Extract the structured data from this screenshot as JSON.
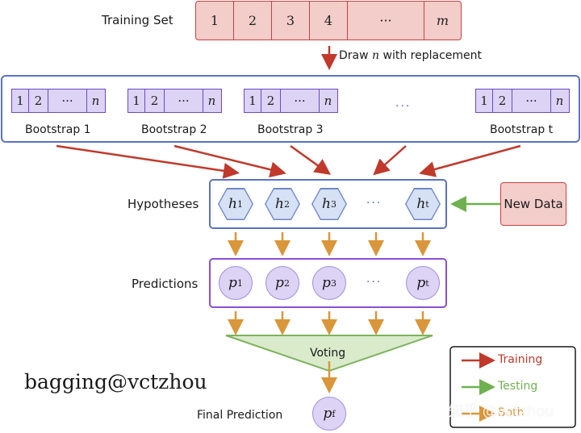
{
  "training_set": {
    "label": "Training Set",
    "cells": [
      "1",
      "2",
      "3",
      "4",
      "···",
      "m"
    ]
  },
  "draw_label": {
    "prefix": "Draw",
    "var": "n",
    "suffix": "with replacement"
  },
  "bootstraps": [
    {
      "label": "Bootstrap 1",
      "cells": [
        "1",
        "2",
        "···",
        "n"
      ]
    },
    {
      "label": "Bootstrap 2",
      "cells": [
        "1",
        "2",
        "···",
        "n"
      ]
    },
    {
      "label": "Bootstrap 3",
      "cells": [
        "1",
        "2",
        "···",
        "n"
      ]
    },
    {
      "label": "Bootstrap t",
      "cells": [
        "1",
        "2",
        "···",
        "n"
      ]
    }
  ],
  "bootstrap_ellipsis": "···",
  "hypotheses": {
    "label": "Hypotheses",
    "items": [
      {
        "base": "h",
        "sub": "1"
      },
      {
        "base": "h",
        "sub": "2"
      },
      {
        "base": "h",
        "sub": "3"
      },
      {
        "base": "h",
        "sub": "t"
      }
    ],
    "ellipsis": "···"
  },
  "new_data": {
    "label": "New Data"
  },
  "predictions": {
    "label": "Predictions",
    "items": [
      {
        "base": "p",
        "sub": "1"
      },
      {
        "base": "p",
        "sub": "2"
      },
      {
        "base": "p",
        "sub": "3"
      },
      {
        "base": "p",
        "sub": "t"
      }
    ],
    "ellipsis": "···"
  },
  "voting": {
    "label": "Voting"
  },
  "final": {
    "label": "Final Prediction",
    "base": "p",
    "sub": "f"
  },
  "watermark": {
    "text": "bagging@vctzhou"
  },
  "site_watermark": {
    "text": "知乎 @vctzhou"
  },
  "legend": {
    "items": [
      {
        "label": "Training",
        "color": "#c0392b"
      },
      {
        "label": "Testing",
        "color": "#6fb04f"
      },
      {
        "label": "Both",
        "color": "#d9963a"
      }
    ]
  },
  "colors": {
    "training": "#c0392b",
    "testing": "#6fb04f",
    "both": "#d9963a",
    "box_blue": "#5b72c4",
    "box_purple": "#8a4fd6"
  }
}
